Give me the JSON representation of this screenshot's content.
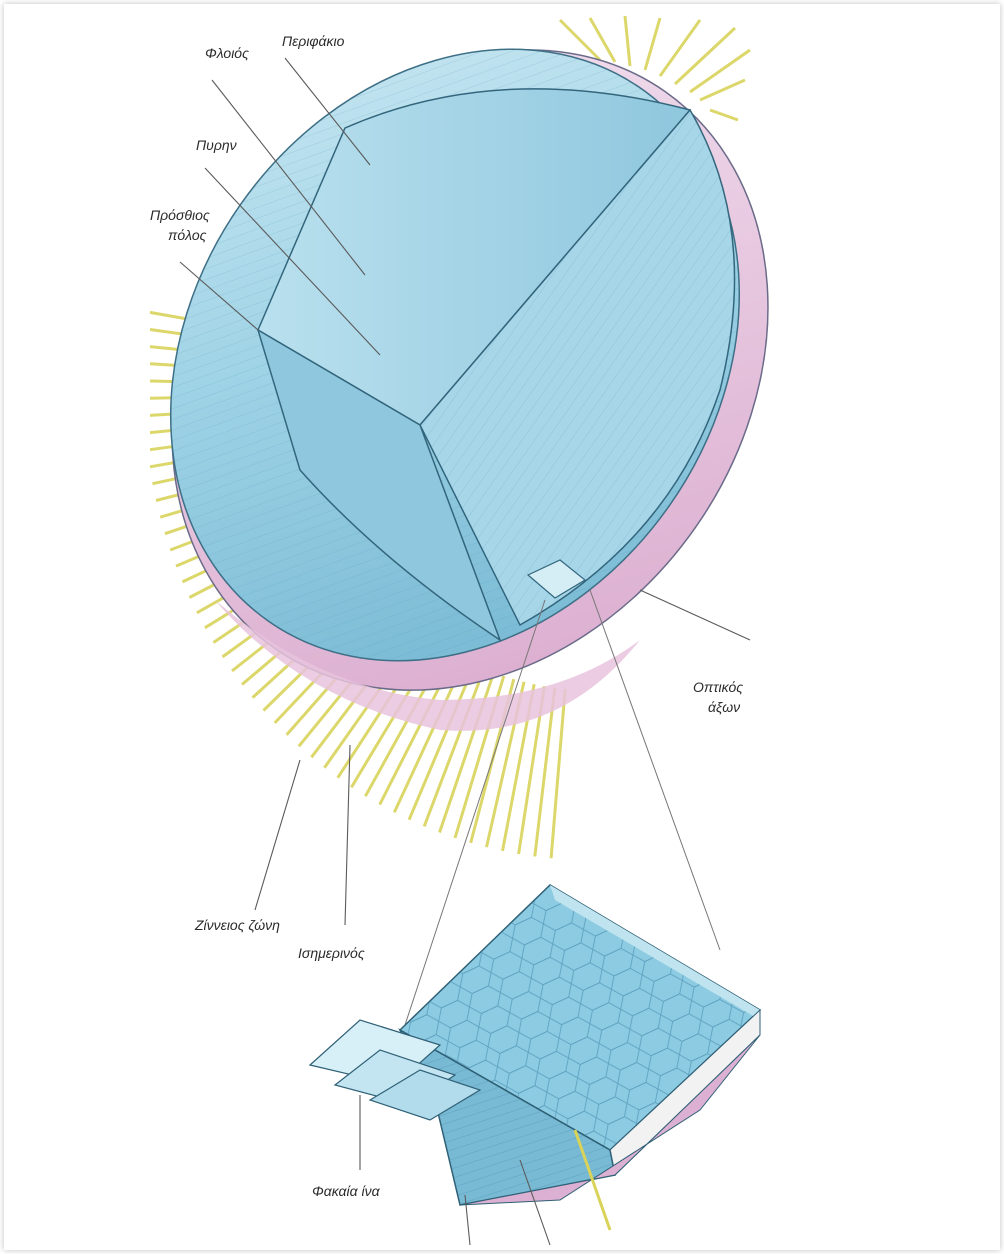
{
  "labels": {
    "cortex": "Φλοιός",
    "capsule": "Περιφάκιο",
    "nucleus": "Πυρην",
    "anterior_pole_line1": "Πρόσθιος",
    "anterior_pole_line2": "πόλος",
    "optic_axis_line1": "Οπτικός",
    "optic_axis_line2": "άξων",
    "zonule": "Ζίννειος ζώνη",
    "equator": "Ισημερινός",
    "lens_fiber": "Φακαία ίνα"
  },
  "colors": {
    "lens_blue": "#9fd3e6",
    "lens_blue_dark": "#5fa8c8",
    "capsule_pink": "#e6b8d8",
    "zonule_yellow": "#d9d35a",
    "label_line": "#5a5a5a"
  }
}
